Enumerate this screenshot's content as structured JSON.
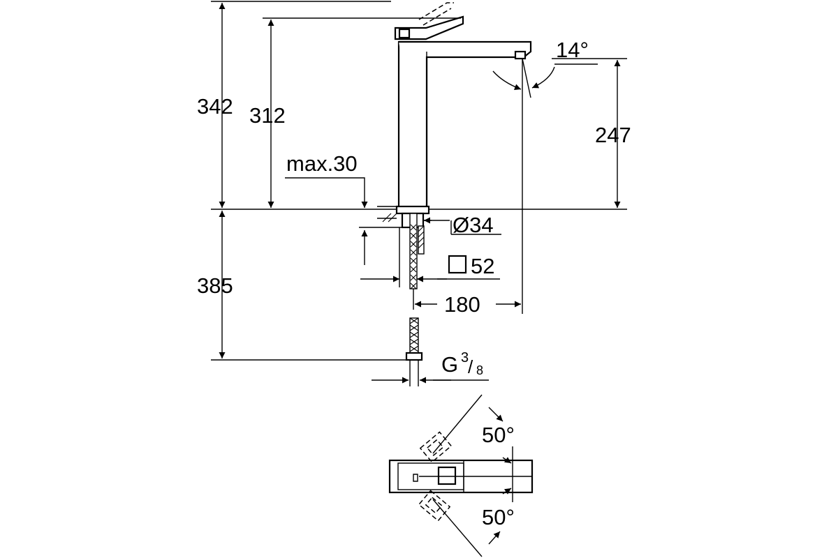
{
  "dimensions": {
    "total_height": "342",
    "lever_height": "312",
    "spout_height": "247",
    "max_deck_thickness": "max.30",
    "below_deck": "385",
    "hole_diameter": "Ø34",
    "square_label": "52",
    "spout_reach": "180",
    "spout_angle": "14°",
    "thread_letter": "G",
    "thread_num": "3",
    "thread_den": "8",
    "lever_rotation_back": "50°",
    "lever_rotation_front": "50°"
  }
}
